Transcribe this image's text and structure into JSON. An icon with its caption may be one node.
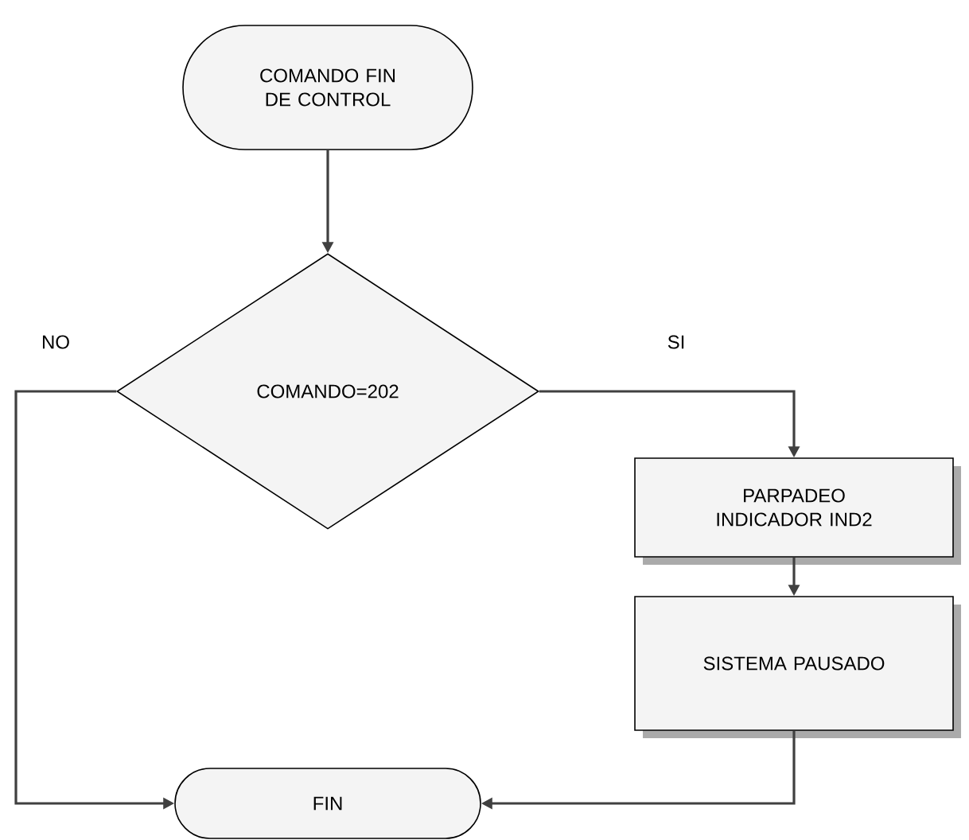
{
  "diagram": {
    "nodes": [
      {
        "text": [
          "COMANDO FIN DE CONTROL"
        ]
      },
      {
        "text": [
          "COMANDO=202"
        ]
      },
      {
        "text": [
          "PARPADEO INDICADOR IND2"
        ]
      },
      {
        "text": [
          "SISTEMA PAUSADO"
        ]
      },
      {
        "text": [
          "FIN"
        ]
      }
    ],
    "edges": [
      {
        "from": 0,
        "to": 1,
        "arrow": "to"
      },
      {
        "from": 1,
        "to": 4,
        "arrow": "to",
        "label": "NO"
      },
      {
        "from": 1,
        "to": 2,
        "arrow": "to",
        "label": "SI"
      },
      {
        "from": 2,
        "to": 3,
        "arrow": "to"
      },
      {
        "from": 3,
        "to": 4,
        "arrow": "to"
      }
    ]
  }
}
